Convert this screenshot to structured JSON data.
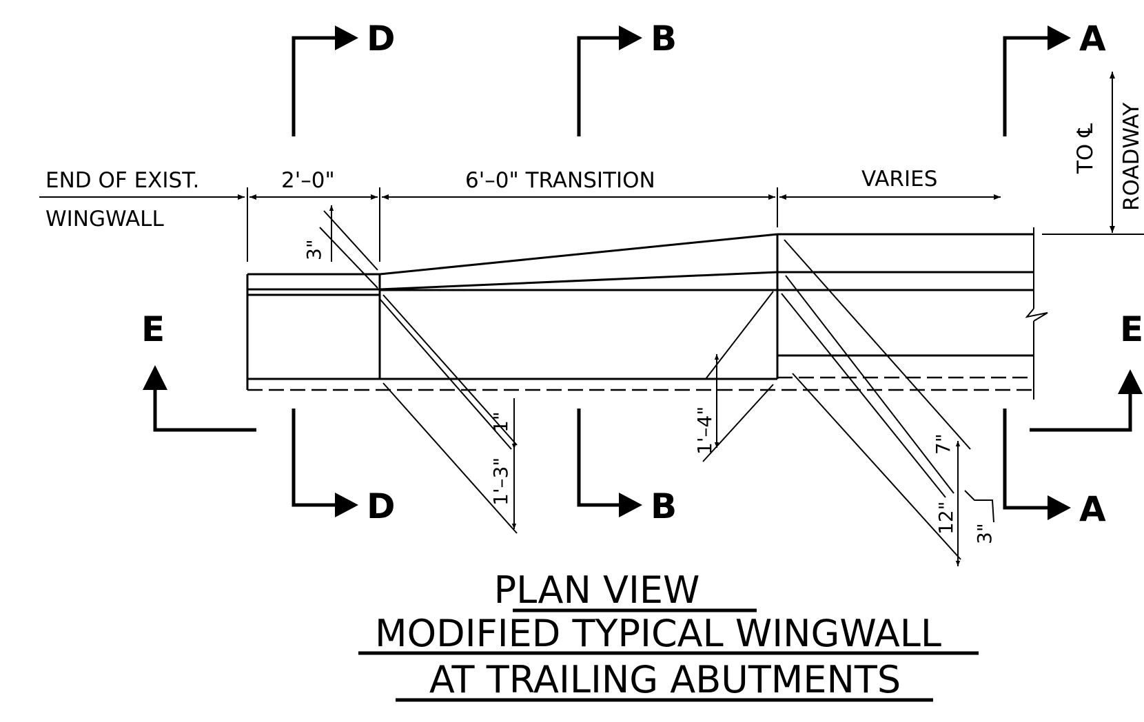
{
  "labels": {
    "end_existing": "END OF EXIST.",
    "wingwall": "WINGWALL",
    "dim_2ft": "2'–0\"",
    "dim_transition": "6'–0\" TRANSITION",
    "dim_varies": "VARIES",
    "to_cl": "TO ℄",
    "roadway": "ROADWAY",
    "dim_3in_top": "3\"",
    "dim_1in": "1\"",
    "dim_1ft3in": "1'–3\"",
    "dim_1ft4in": "1'–4\"",
    "dim_7in": "7\"",
    "dim_12in": "12\"",
    "dim_3in_bottom": "3\""
  },
  "sections": {
    "d_top": "D",
    "d_bottom": "D",
    "b_top": "B",
    "b_bottom": "B",
    "a_top": "A",
    "a_bottom": "A",
    "e_left": "E",
    "e_right": "E"
  },
  "title": {
    "line1": "PLAN VIEW",
    "line2": "MODIFIED TYPICAL WINGWALL",
    "line3": "AT TRAILING ABUTMENTS"
  }
}
